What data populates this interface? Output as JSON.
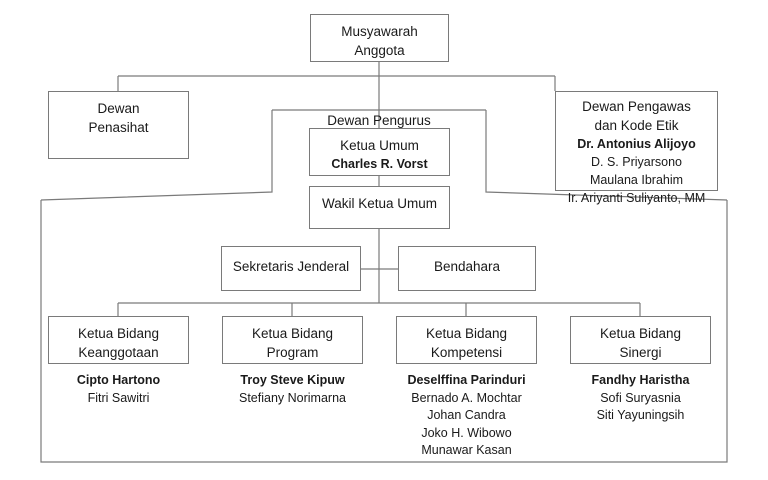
{
  "chart": {
    "title": "Struktur Organisasi",
    "type": "org-chart",
    "line_color": "#7a7a7a",
    "text_color": "#1a1a1a",
    "background": "#ffffff"
  },
  "assembly": {
    "line1": "Musyawarah",
    "line2": "Anggota"
  },
  "advisory_board": {
    "line1": "Dewan",
    "line2": "Penasihat"
  },
  "supervisory_board": {
    "line1": "Dewan Pengawas",
    "line2": "dan Kode Etik",
    "chair": "Dr. Antonius Alijoyo",
    "members": [
      "D. S. Priyarsono",
      "Maulana Ibrahim",
      "Ir. Ariyanti Suliyanto, MM"
    ]
  },
  "management": {
    "group_label": "Dewan Pengurus",
    "chair": {
      "role": "Ketua Umum",
      "name": "Charles R. Vorst"
    },
    "vice_chair": {
      "role": "Wakil Ketua Umum"
    },
    "secretary": {
      "role": "Sekretaris Jenderal"
    },
    "treasurer": {
      "role": "Bendahara"
    }
  },
  "divisions": [
    {
      "role_line1": "Ketua Bidang",
      "role_line2": "Keanggotaan",
      "lead": "Cipto Hartono",
      "members": [
        "Fitri Sawitri"
      ]
    },
    {
      "role_line1": "Ketua Bidang",
      "role_line2": "Program",
      "lead": "Troy Steve Kipuw",
      "members": [
        "Stefiany Norimarna"
      ]
    },
    {
      "role_line1": "Ketua Bidang",
      "role_line2": "Kompetensi",
      "lead": "Deselffina Parinduri",
      "members": [
        "Bernado A. Mochtar",
        "Johan Candra",
        "Joko H. Wibowo",
        "Munawar Kasan"
      ]
    },
    {
      "role_line1": "Ketua Bidang",
      "role_line2": "Sinergi",
      "lead": "Fandhy Haristha",
      "members": [
        "Sofi Suryasnia",
        "Siti Yayuningsih"
      ]
    }
  ]
}
